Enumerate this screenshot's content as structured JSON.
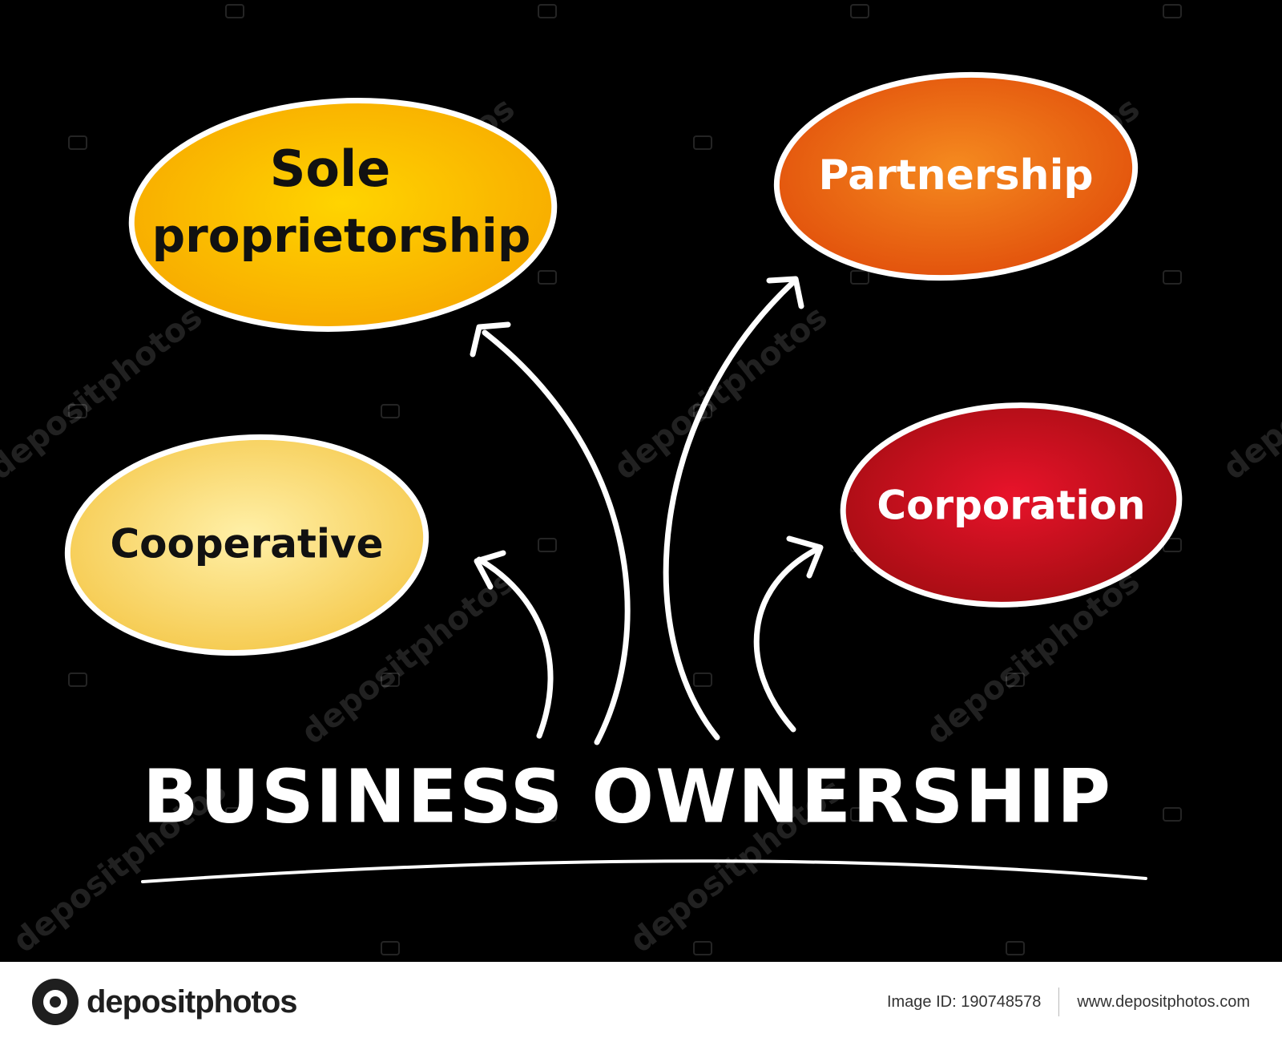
{
  "diagram": {
    "title": "BUSINESS OWNERSHIP",
    "nodes": [
      {
        "id": "sole",
        "lines": [
          "Sole",
          "proprietorship"
        ],
        "color_inner": "#ffd400",
        "color_outer": "#f7a800",
        "text": "dark"
      },
      {
        "id": "partnership",
        "lines": [
          "Partnership"
        ],
        "color_inner": "#f58a1f",
        "color_outer": "#e14e0b",
        "text": "light"
      },
      {
        "id": "cooperative",
        "lines": [
          "Cooperative"
        ],
        "color_inner": "#fff0a8",
        "color_outer": "#f5c84a",
        "text": "dark"
      },
      {
        "id": "corporation",
        "lines": [
          "Corporation"
        ],
        "color_inner": "#e8132a",
        "color_outer": "#a30d12",
        "text": "light"
      }
    ]
  },
  "watermark": {
    "text": "depositphotos"
  },
  "footer": {
    "brand": "depositphotos",
    "image_id": "Image ID: 190748578",
    "url": "www.depositphotos.com"
  },
  "colors": {
    "background": "#000000",
    "stroke": "#ffffff",
    "footer_bg": "#ffffff"
  }
}
